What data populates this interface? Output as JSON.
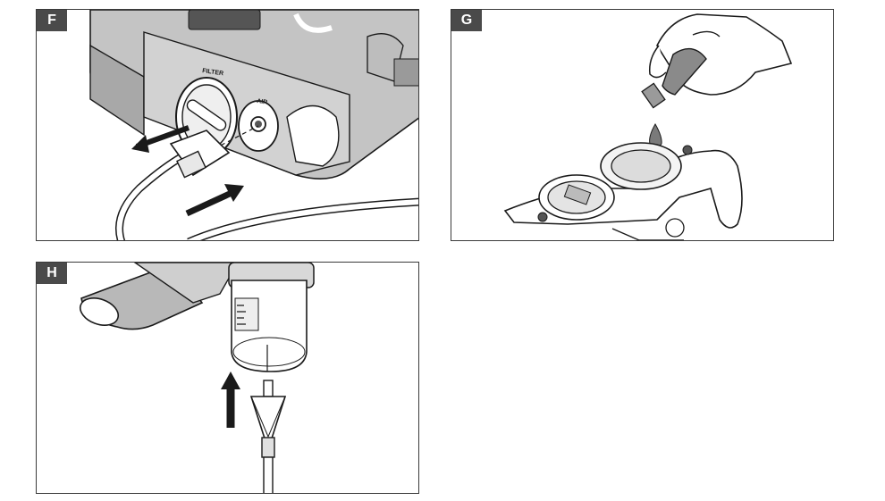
{
  "panels": [
    {
      "label": "F",
      "device_labels": {
        "filter": "FILTER",
        "air": "AIR"
      }
    },
    {
      "label": "G"
    },
    {
      "label": "H"
    }
  ],
  "colors": {
    "stroke": "#1a1a1a",
    "device_gray": "#b9b9b9",
    "device_dark": "#8f8f8f",
    "drop": "#7a7a7a",
    "tag_bg": "#4a4a4a"
  },
  "icons": [
    "arrow-out-icon",
    "arrow-in-icon",
    "arrow-up-icon",
    "droplet-icon",
    "hand-icon"
  ]
}
